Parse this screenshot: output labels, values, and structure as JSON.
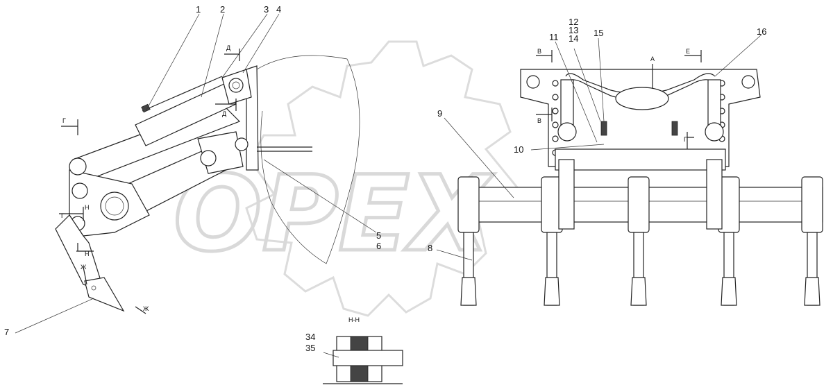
{
  "watermark": {
    "text": "OPEX"
  },
  "part_labels": [
    {
      "id": "p1",
      "text": "1"
    },
    {
      "id": "p2",
      "text": "2"
    },
    {
      "id": "p3",
      "text": "3"
    },
    {
      "id": "p4",
      "text": "4"
    },
    {
      "id": "p5",
      "text": "5"
    },
    {
      "id": "p6",
      "text": "6"
    },
    {
      "id": "p7",
      "text": "7"
    },
    {
      "id": "p8",
      "text": "8"
    },
    {
      "id": "p9",
      "text": "9"
    },
    {
      "id": "p10",
      "text": "10"
    },
    {
      "id": "p11",
      "text": "11"
    },
    {
      "id": "p12",
      "text": "12"
    },
    {
      "id": "p13",
      "text": "13"
    },
    {
      "id": "p14",
      "text": "14"
    },
    {
      "id": "p15",
      "text": "15"
    },
    {
      "id": "p16",
      "text": "16"
    },
    {
      "id": "p34",
      "text": "34"
    },
    {
      "id": "p35",
      "text": "35"
    }
  ],
  "section_labels": {
    "d_top": "Д",
    "d_mid": "Д",
    "g_left": "Г",
    "g_side": "Г",
    "n_a": "Н",
    "n_b": "Н",
    "zh_a": "Ж",
    "zh_b": "Ж",
    "v_top": "В",
    "v_mid": "В",
    "a_top": "А",
    "e_top": "Е",
    "g_right": "Г",
    "section_nn": "Н-Н"
  }
}
